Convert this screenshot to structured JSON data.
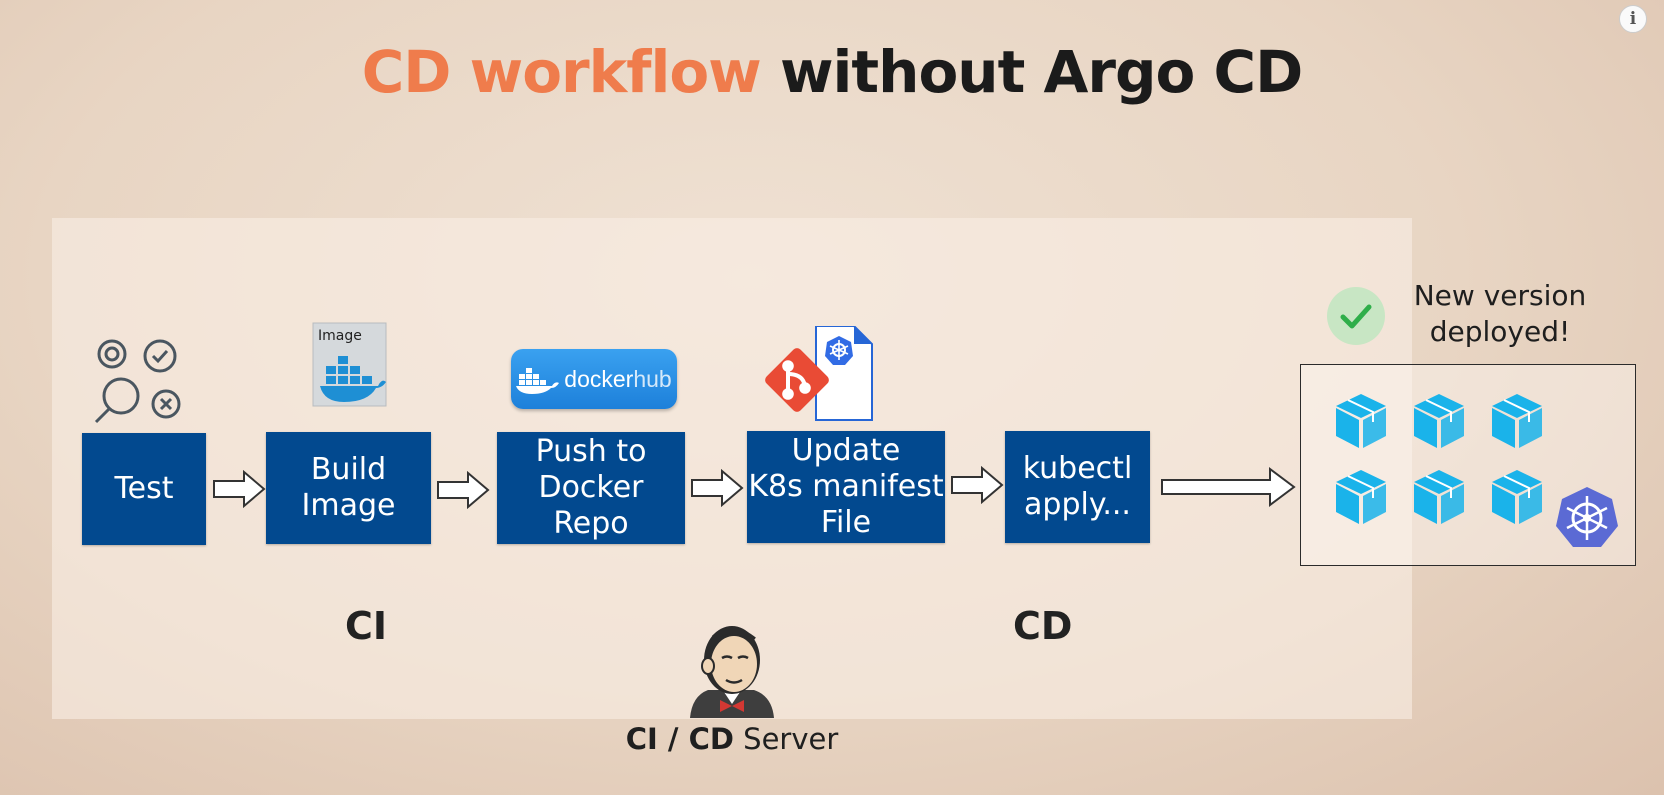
{
  "title": {
    "accent": "CD workflow",
    "rest": " without Argo CD"
  },
  "info_icon": "i",
  "steps": [
    {
      "label": "Test",
      "icon": "gears-magnifier-icon"
    },
    {
      "label": "Build\nImage",
      "icon": "docker-image-icon"
    },
    {
      "label": "Push to\nDocker Repo",
      "icon": "dockerhub-logo-icon"
    },
    {
      "label": "Update\nK8s manifest\nFile",
      "icon": "git-k8s-file-icon"
    },
    {
      "label": "kubectl\napply...",
      "icon": ""
    }
  ],
  "image_icon_label": "Image",
  "dockerhub_label": {
    "docker": "docker",
    "hub": "hub"
  },
  "phases": {
    "ci": "CI",
    "cd": "CD"
  },
  "server": {
    "bold": "CI / CD",
    "rest": " Server"
  },
  "deployed_text": "New version\ndeployed!",
  "colors": {
    "step_fill": "#02498f",
    "title_accent": "#ef7c4c",
    "pod_cube": "#1ab3ea",
    "k8s_badge": "#5b6ad4",
    "check": "#2fae4a"
  },
  "pods_count": 6
}
